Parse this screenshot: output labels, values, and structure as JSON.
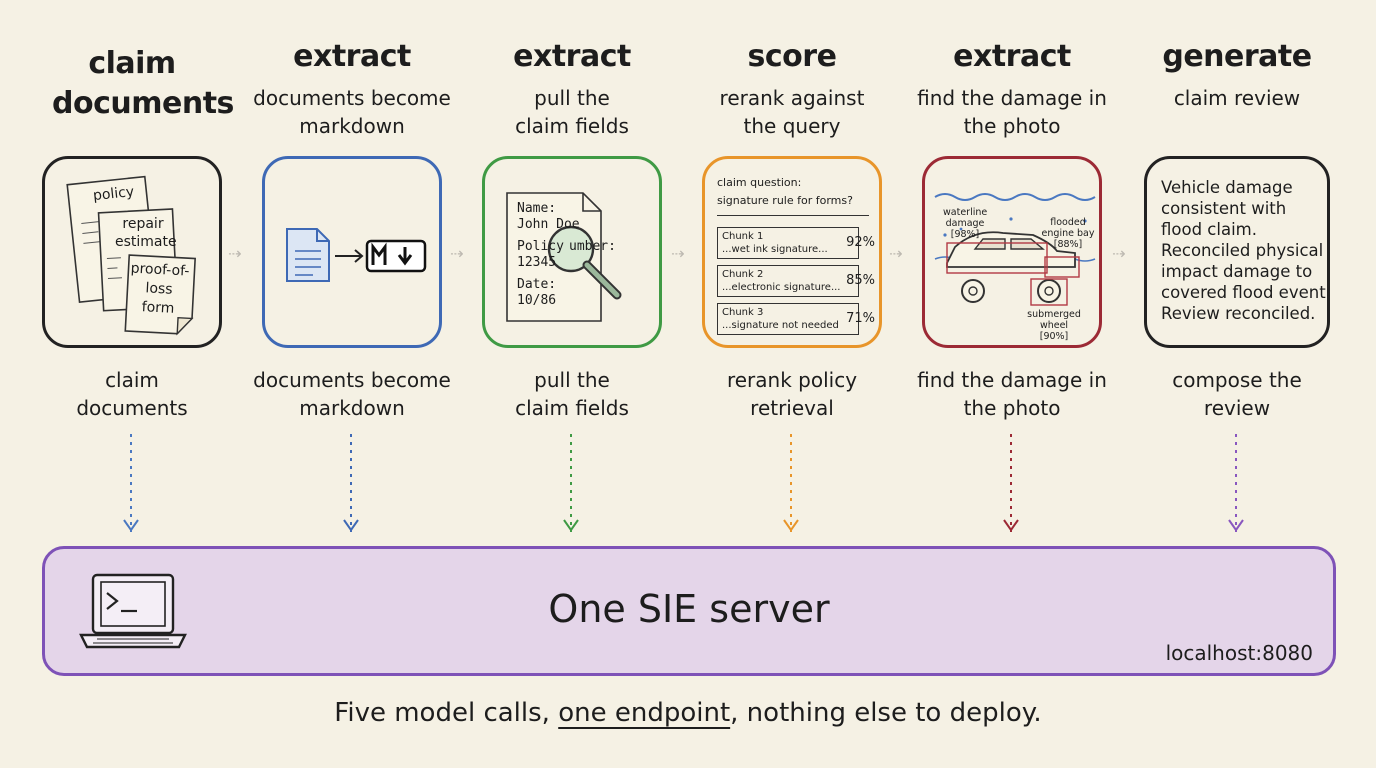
{
  "stages": [
    {
      "verb": "claim documents",
      "subtitle": "",
      "caption": "claim documents",
      "color": "#2a2a2a",
      "arrow_color": "#4a78c1",
      "card": {
        "papers": [
          "policy",
          "repair estimate",
          "proof-of-loss form"
        ]
      }
    },
    {
      "verb": "extract",
      "subtitle": "documents become markdown",
      "caption": "documents become markdown",
      "color": "#3e69b5",
      "arrow_color": "#3e69b5",
      "card": {
        "icons": [
          "document-icon",
          "arrow-right-icon",
          "markdown-icon"
        ]
      }
    },
    {
      "verb": "extract",
      "subtitle": "pull the claim fields",
      "caption": "pull the claim fields",
      "color": "#3f9a44",
      "arrow_color": "#3f9a44",
      "card": {
        "field_name_label": "Name:",
        "field_name_value": "John Doe",
        "field_policy_label": "Policy",
        "field_policy_value": "12345",
        "field_policy_suffix": "umber:",
        "field_date_label": "Date:",
        "field_date_value": "10/86"
      }
    },
    {
      "verb": "score",
      "subtitle": "rerank against the query",
      "caption": "rerank policy retrieval",
      "color": "#e8952a",
      "arrow_color": "#e8952a",
      "card": {
        "question_line1": "claim question:",
        "question_line2": "signature rule for forms?",
        "chunks": [
          {
            "title": "Chunk 1",
            "text": "...wet ink signature...",
            "score": "92%"
          },
          {
            "title": "Chunk 2",
            "text": "...electronic signature...",
            "score": "85%"
          },
          {
            "title": "Chunk 3",
            "text": "...signature not needed",
            "score": "71%"
          }
        ]
      }
    },
    {
      "verb": "extract",
      "subtitle": "find the damage in the photo",
      "caption": "find the damage in the photo",
      "color": "#9c2a35",
      "arrow_color": "#9c2a35",
      "card": {
        "detections": [
          {
            "label": "waterline damage",
            "score": "[98%]"
          },
          {
            "label": "flooded engine bay",
            "score": "[88%]"
          },
          {
            "label": "submerged wheel",
            "score": "[90%]"
          }
        ]
      }
    },
    {
      "verb": "generate",
      "subtitle": "claim review",
      "caption": "compose the review",
      "color": "#2a2a2a",
      "arrow_color": "#8957bf",
      "card": {
        "text": "Vehicle damage consistent with flood claim. Reconciled physical impact damage to covered flood event. Review reconciled."
      }
    }
  ],
  "server": {
    "title": "One SIE server",
    "host": "localhost:8080",
    "icon": "terminal-laptop-icon",
    "border_color": "#7e52b7",
    "fill_color": "#e4d5e9"
  },
  "footer": {
    "before": "Five model calls, ",
    "emphasis": "one endpoint",
    "after": ", nothing else to deploy."
  }
}
